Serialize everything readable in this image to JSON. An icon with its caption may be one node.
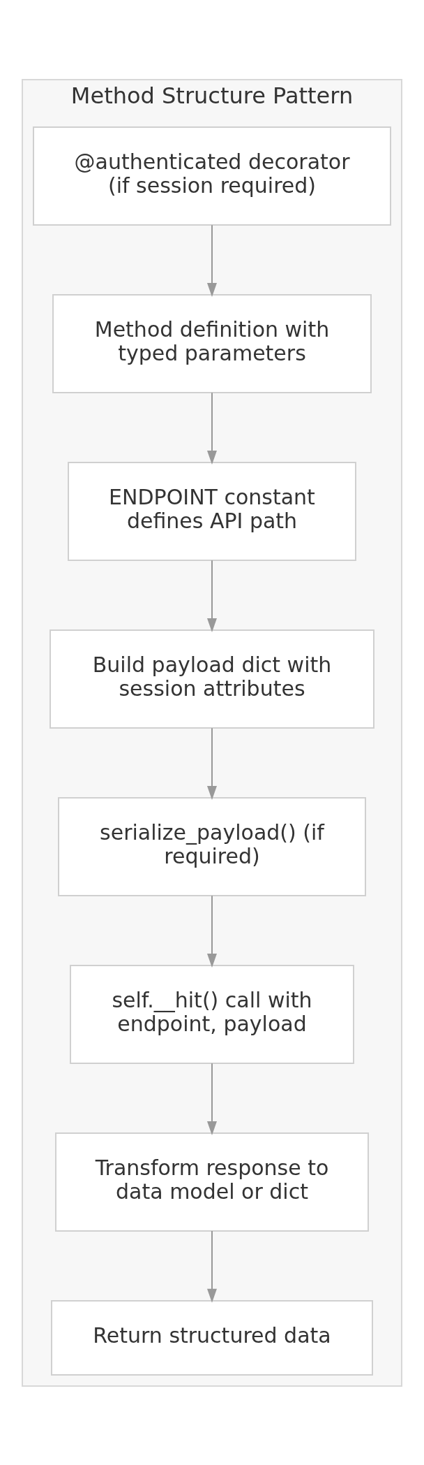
{
  "diagram": {
    "nodes": [
      {
        "text": [
          "Method Structure Pattern"
        ]
      },
      {
        "text": [
          "@authenticated decorator (if session required)"
        ],
        "in": 0
      },
      {
        "text": [
          "Method definition with typed parameters"
        ],
        "in": 0
      },
      {
        "text": [
          "ENDPOINT constant defines API path"
        ],
        "in": 0
      },
      {
        "text": [
          "Build payload dict with session attributes"
        ],
        "in": 0
      },
      {
        "text": [
          "serialize_payload() (if required)"
        ],
        "in": 0
      },
      {
        "text": [
          "self.__hit() call with endpoint, payload"
        ],
        "in": 0
      },
      {
        "text": [
          "Transform response to data model or dict"
        ],
        "in": 0
      },
      {
        "text": [
          "Return structured data"
        ],
        "in": 0
      }
    ],
    "edges": [
      {
        "from": 1,
        "to": 2,
        "arrow": "to"
      },
      {
        "from": 2,
        "to": 3,
        "arrow": "to"
      },
      {
        "from": 3,
        "to": 4,
        "arrow": "to"
      },
      {
        "from": 4,
        "to": 5,
        "arrow": "to"
      },
      {
        "from": 5,
        "to": 6,
        "arrow": "to"
      },
      {
        "from": 6,
        "to": 7,
        "arrow": "to"
      },
      {
        "from": 7,
        "to": 8,
        "arrow": "to"
      }
    ]
  }
}
